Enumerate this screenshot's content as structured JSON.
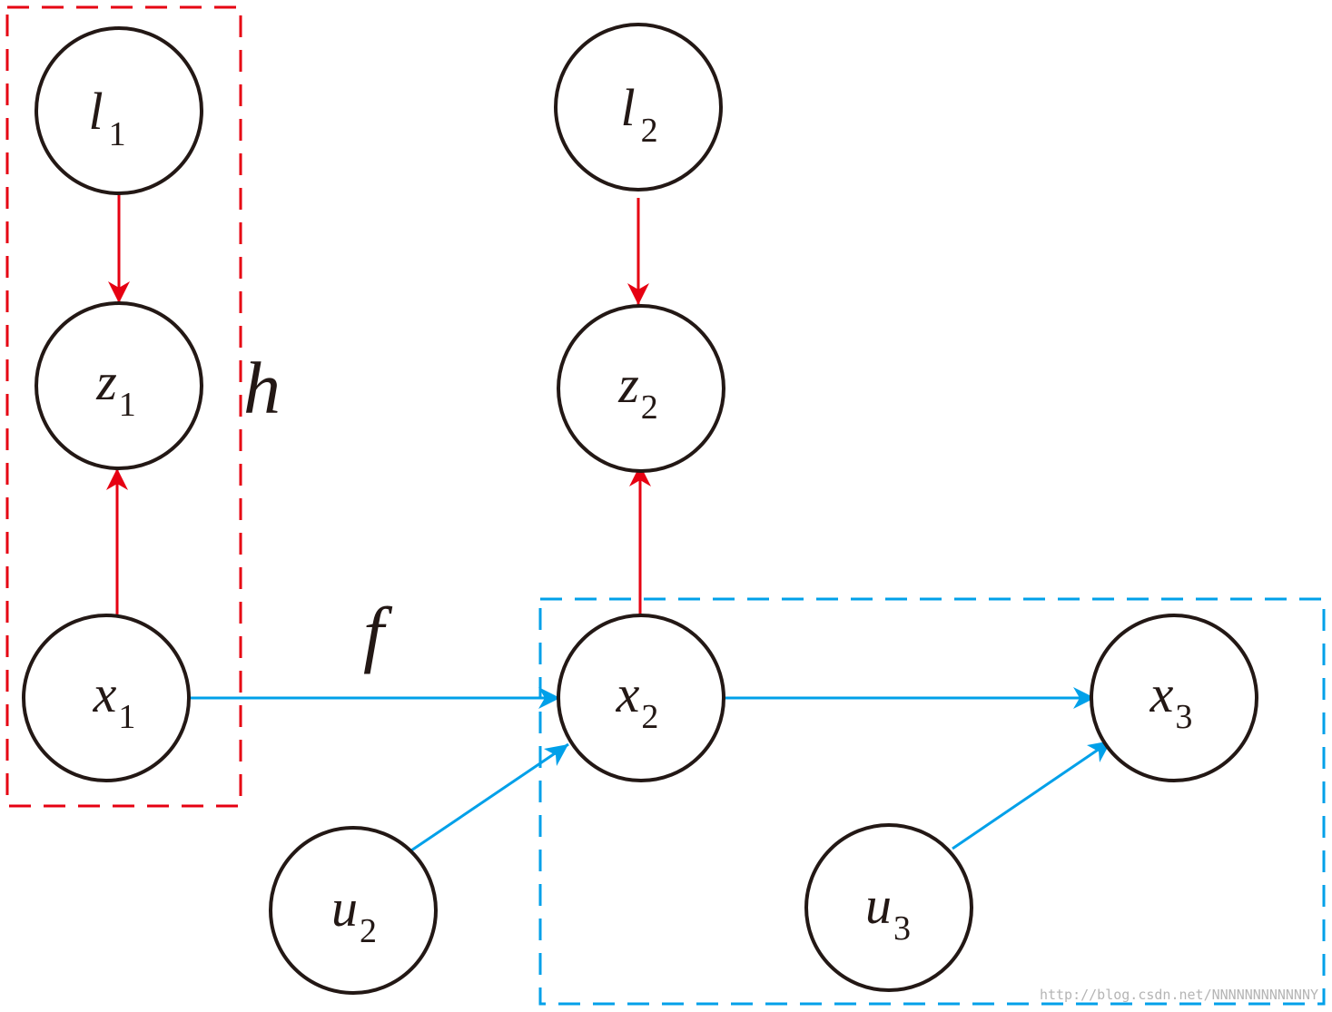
{
  "diagram": {
    "nodes": [
      {
        "id": "l1",
        "symbol": "l",
        "subscript": "1"
      },
      {
        "id": "z1",
        "symbol": "z",
        "subscript": "1"
      },
      {
        "id": "x1",
        "symbol": "x",
        "subscript": "1"
      },
      {
        "id": "l2",
        "symbol": "l",
        "subscript": "2"
      },
      {
        "id": "z2",
        "symbol": "z",
        "subscript": "2"
      },
      {
        "id": "x2",
        "symbol": "x",
        "subscript": "2"
      },
      {
        "id": "x3",
        "symbol": "x",
        "subscript": "3"
      },
      {
        "id": "u2",
        "symbol": "u",
        "subscript": "2"
      },
      {
        "id": "u3",
        "symbol": "u",
        "subscript": "3"
      }
    ],
    "edges": [
      {
        "from": "l1",
        "to": "z1",
        "color": "#e60012"
      },
      {
        "from": "x1",
        "to": "z1",
        "color": "#e60012"
      },
      {
        "from": "l2",
        "to": "z2",
        "color": "#e60012"
      },
      {
        "from": "x2",
        "to": "z2",
        "color": "#e60012"
      },
      {
        "from": "x1",
        "to": "x2",
        "color": "#00a0e9"
      },
      {
        "from": "x2",
        "to": "x3",
        "color": "#00a0e9"
      },
      {
        "from": "u2",
        "to": "x2",
        "color": "#00a0e9"
      },
      {
        "from": "u3",
        "to": "x3",
        "color": "#00a0e9"
      }
    ],
    "function_labels": {
      "observation": "h",
      "transition": "f"
    },
    "groups": {
      "observation_group_color": "#e60012",
      "transition_group_color": "#00a0e9"
    },
    "watermark": "http://blog.csdn.net/NNNNNNNNNNNNY"
  }
}
